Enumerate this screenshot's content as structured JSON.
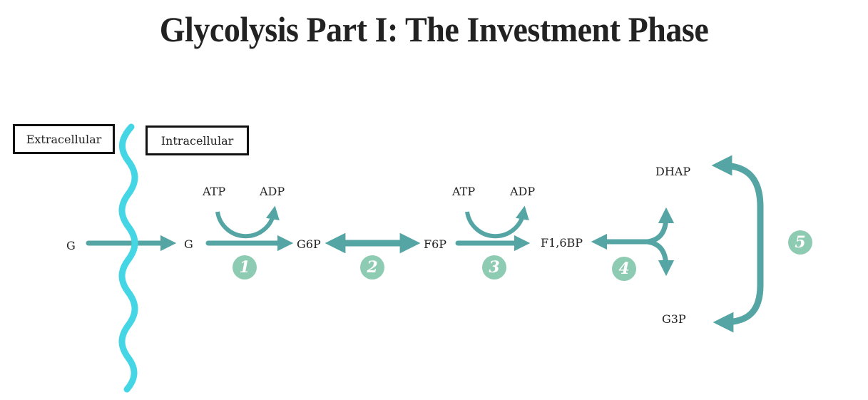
{
  "title": "Glycolysis Part I: The Investment Phase",
  "colors": {
    "arrow": "#55a5a5",
    "membrane": "#45d6e6",
    "badge": "#8ecbb3",
    "text": "#222222"
  },
  "regions": {
    "extracellular": "Extracellular",
    "intracellular": "Intracellular"
  },
  "metabolites": {
    "g_out": "G",
    "g_in": "G",
    "g6p": "G6P",
    "f6p": "F6P",
    "f16bp": "F1,6BP",
    "dhap": "DHAP",
    "g3p": "G3P"
  },
  "cofactors": {
    "step1_in": "ATP",
    "step1_out": "ADP",
    "step3_in": "ATP",
    "step3_out": "ADP"
  },
  "steps": [
    "1",
    "2",
    "3",
    "4",
    "5"
  ]
}
